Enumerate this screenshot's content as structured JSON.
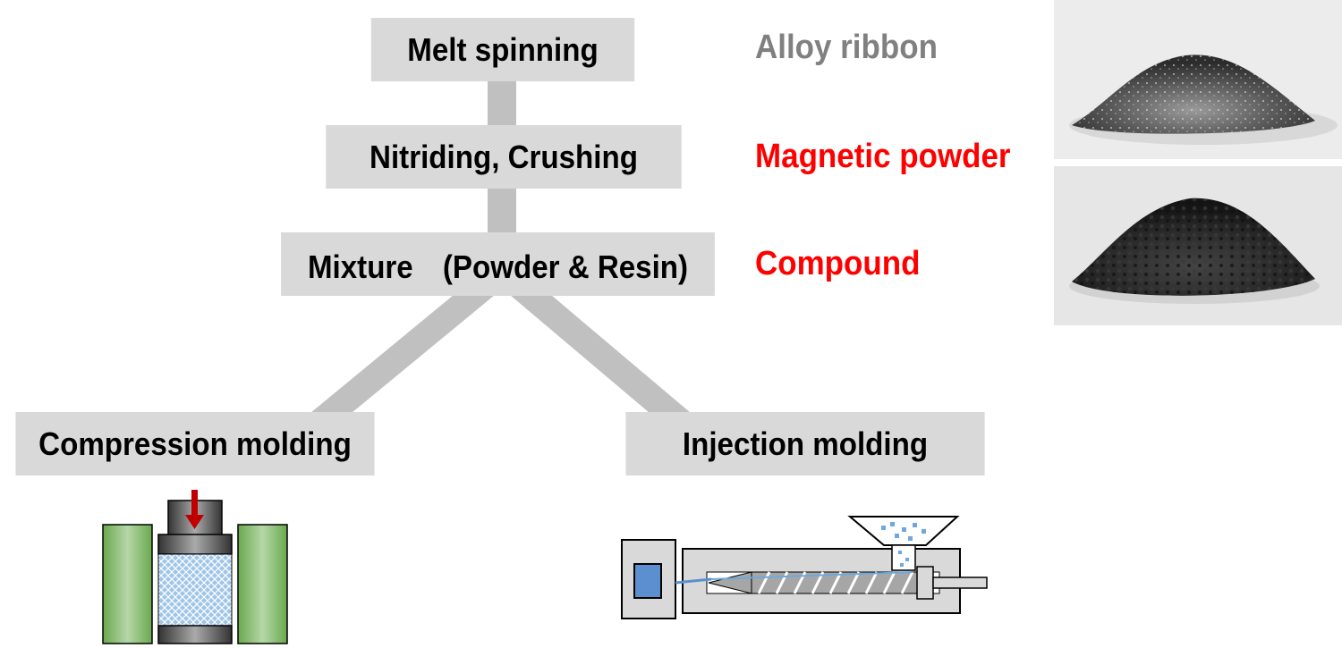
{
  "steps": {
    "melt_spinning": "Melt spinning",
    "nitriding_crushing": "Nitriding, Crushing",
    "mixture": "Mixture　(Powder & Resin)",
    "compression_molding": "Compression molding",
    "injection_molding": "Injection molding"
  },
  "products": {
    "alloy_ribbon": "Alloy ribbon",
    "magnetic_powder": "Magnetic powder",
    "compound": "Compound"
  },
  "colors": {
    "box_fill": "#d9d9d9",
    "connector": "#c0c0c0",
    "label_gray": "#808080",
    "label_red": "#ff0000",
    "arrow_red": "#c00000",
    "die_green": "#93c47d",
    "powder_blue": "#6fa8dc"
  },
  "icons": {
    "photo_top": "metal-powder-heap-photo",
    "photo_bottom": "compound-pellets-photo",
    "compression": "compression-die-icon",
    "injection": "injection-molding-machine-icon"
  }
}
